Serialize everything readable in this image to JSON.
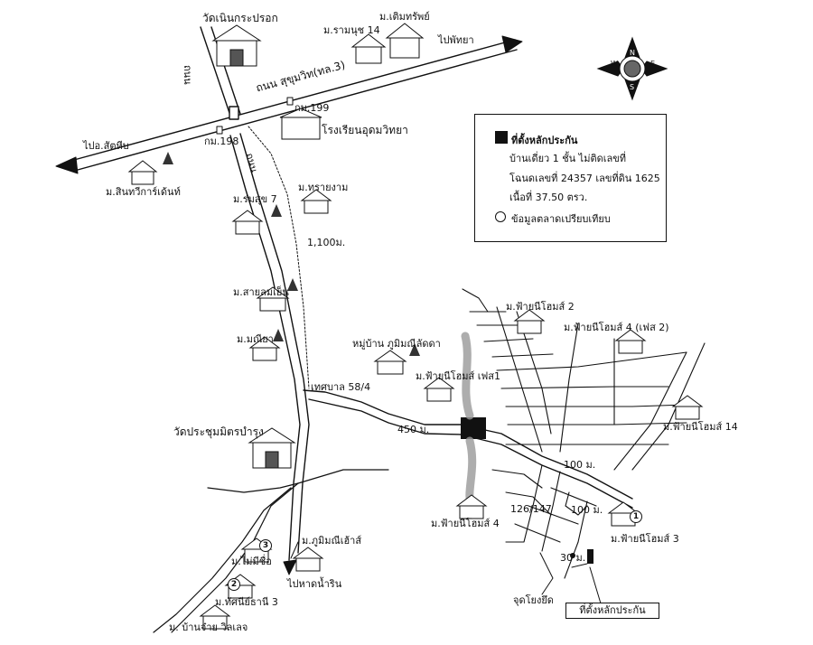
{
  "labels": {
    "wat_noen": "วัดเนินกระปรอก",
    "ramnut": "ม.รามนุช 14",
    "toem_sap": "ม.เติมทรัพย์",
    "to_pattaya": "ไปพัทยา",
    "sukhumvit": "ถนน สุขุมวิท(ทล.3)",
    "km199": "กม.199",
    "km198": "กม.198",
    "to_sattahip": "ไปอ.สัตหีบ",
    "school": "โรงเรียนอุดมวิทยา",
    "sinthawee": "ม.สินทวีการ์เด้นท์",
    "sai_ngam": "ม.ทรายงาม",
    "rom_suk": "ม.ร่มสุข 7",
    "dist_1100": "1,100ม.",
    "sai_lom": "ม.สายลมเย็น",
    "maneeya": "ม.มณียา",
    "phum_manee_village": "หมู่บ้าน ภูมิมณีลัดดา",
    "fai_home_phase": "ม.ฟ้ายนีโฮมส์ เฟส1",
    "tessaban": "เทศบาล 58/4",
    "fai_home_2": "ม.ฟ้ายนีโฮมส์ 2",
    "fai_home_4_2": "ม.ฟ้ายนีโฮมส์ 4 (เฟส 2)",
    "fai_home_14": "ม.ฟ้ายนีโฮมส์ 14",
    "wat_prachum": "วัดประชุมมิตรบำรุง",
    "dist_450": "450 ม.",
    "dist_100a": "100 ม.",
    "dist_100b": "100 ม.",
    "dist_30": "30 ม.",
    "code_126": "126/147",
    "fai_home_4": "ม.ฟ้ายนีโฮมส์ 4",
    "fai_home_3": "ม.ฟ้ายนีโฮมส์ 3",
    "phum_manee_house": "ม.ภูมิมณีเฮ้าส์",
    "mai_mee_chue": "ม.ไม่มีชื่อ",
    "to_beach": "ไปหาดน้ำริน",
    "thanee": "ม.ทัศนีย์ธานี 3",
    "ban_chai": "ม. บ้านจ๋าย วิลเลจ",
    "chud_yong": "จุดโยงยึด",
    "road_left": "ถนน",
    "road_right": "ถนน"
  },
  "legend": {
    "title": "ที่ตั้งหลักประกัน",
    "line1": "บ้านเดี่ยว 1 ชั้น ไม่ติดเลขที่",
    "line2": "โฉนดเลขที่ 24357 เลขที่ดิน 1625",
    "line3": "เนื้อที่ 37.50 ตรว.",
    "circle_label": "ข้อมูลตลาดเปรียบเทียบ"
  },
  "location_box": "ที่ตั้งหลักประกัน",
  "markers": {
    "m1": "1",
    "m2": "2",
    "m3": "3"
  },
  "compass": {
    "w": "W",
    "e": "E",
    "s": "S",
    "n": "N"
  }
}
